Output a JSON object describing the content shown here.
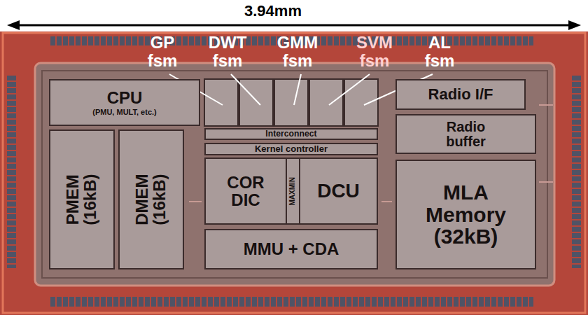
{
  "diagram": {
    "nodes": [
      {
        "text": [
          "CPU",
          "(PMU, MULT, etc.)"
        ]
      },
      {
        "text": [
          "PMEM (16kB)"
        ]
      },
      {
        "text": [
          "DMEM (16kB)"
        ]
      },
      {
        "text": [
          "Interconnect"
        ]
      },
      {
        "text": [
          "Kernel controller"
        ]
      },
      {
        "text": [
          "COR DIC"
        ]
      },
      {
        "text": [
          "MAXMIN"
        ]
      },
      {
        "text": [
          "DCU"
        ]
      },
      {
        "text": [
          "MMU + CDA"
        ]
      },
      {
        "text": [
          "Radio I/F"
        ]
      },
      {
        "text": [
          "Radio buffer"
        ]
      },
      {
        "text": [
          "MLA Memory (32kB)"
        ]
      }
    ],
    "labels": [
      "3.94mm",
      "GP fsm",
      "DWT fsm",
      "GMM fsm",
      "SVM fsm",
      "AL fsm"
    ]
  }
}
